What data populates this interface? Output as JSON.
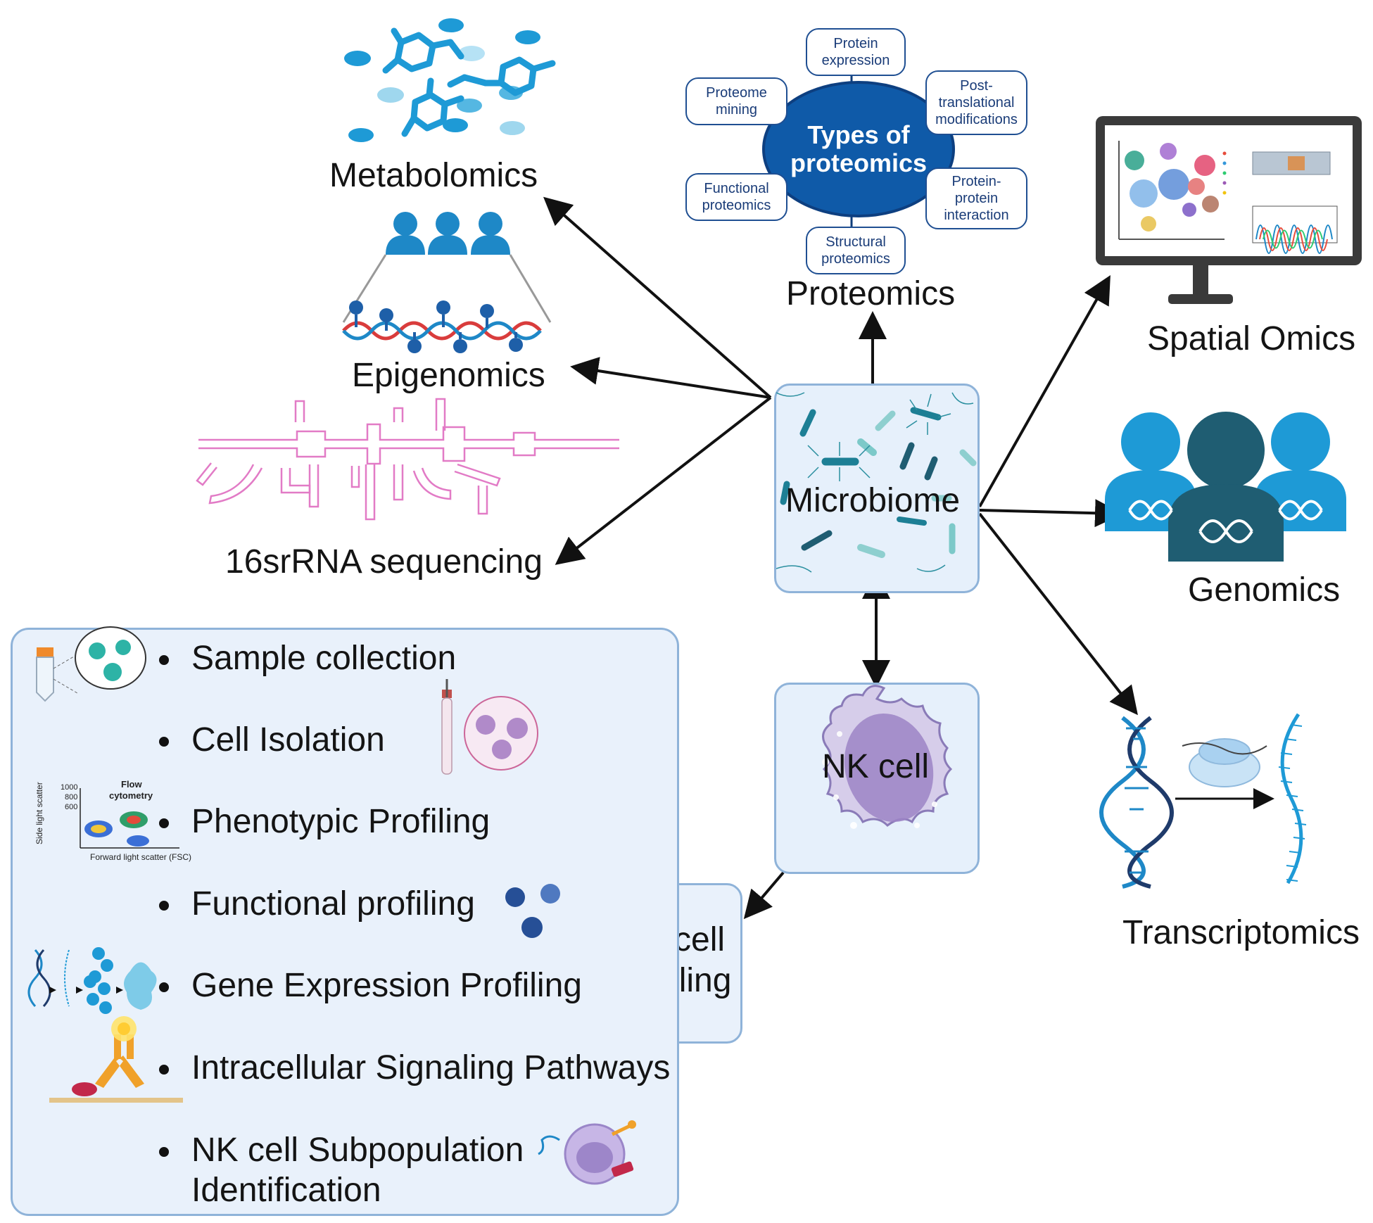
{
  "hub": {
    "label": "Microbiome"
  },
  "omics": {
    "metabolomics": "Metabolomics",
    "epigenomics": "Epigenomics",
    "rrna": "16srRNA sequencing",
    "proteomics": "Proteomics",
    "spatial": "Spatial Omics",
    "genomics": "Genomics",
    "transcriptomics": "Transcriptomics"
  },
  "proteomics_wheel": {
    "title_line1": "Types of",
    "title_line2": "proteomics",
    "types": [
      "Protein expression",
      "Post-translational modifications",
      "Protein-protein interaction",
      "Structural proteomics",
      "Functional proteomics",
      "Proteome mining"
    ]
  },
  "nk_cell": {
    "label": "NK cell"
  },
  "profiling_box": {
    "line1": "NK cell",
    "line2": "Profiling"
  },
  "profiling_steps": [
    "Sample collection",
    "Cell Isolation",
    "Phenotypic Profiling",
    "Functional profiling",
    "Gene Expression Profiling",
    "Intracellular Signaling Pathways",
    "NK cell Subpopulation",
    "Identification"
  ],
  "flow_inset": {
    "title_line1": "Flow",
    "title_line2": "cytometry",
    "y_axis": "Side light scatter",
    "x_axis": "Forward light scatter (FSC)",
    "ticks": [
      "1000",
      "800",
      "600"
    ]
  },
  "colors": {
    "arrow": "#111111",
    "accent_blue": "#1e88c7",
    "dark_teal": "#1f5d72",
    "panel_fill": "#e9f1fb",
    "panel_border": "#8fb3d9",
    "rna_pink": "#e27bc6",
    "proteomics_navy": "#0f5aa8"
  },
  "icons": [
    "metabolite-molecules-icon",
    "people-dna-icon",
    "rna-secondary-structure-icon",
    "monitor-spatial-map-icon",
    "family-dna-icon",
    "dna-ribosome-mrna-icon",
    "bacteria-icon",
    "nk-cell-icon",
    "sample-tube-icon",
    "pipette-cells-icon",
    "flow-cytometry-plot-icon",
    "beads-icon",
    "dna-to-protein-icon",
    "receptor-signal-icon",
    "lymphocyte-receptor-icon"
  ]
}
